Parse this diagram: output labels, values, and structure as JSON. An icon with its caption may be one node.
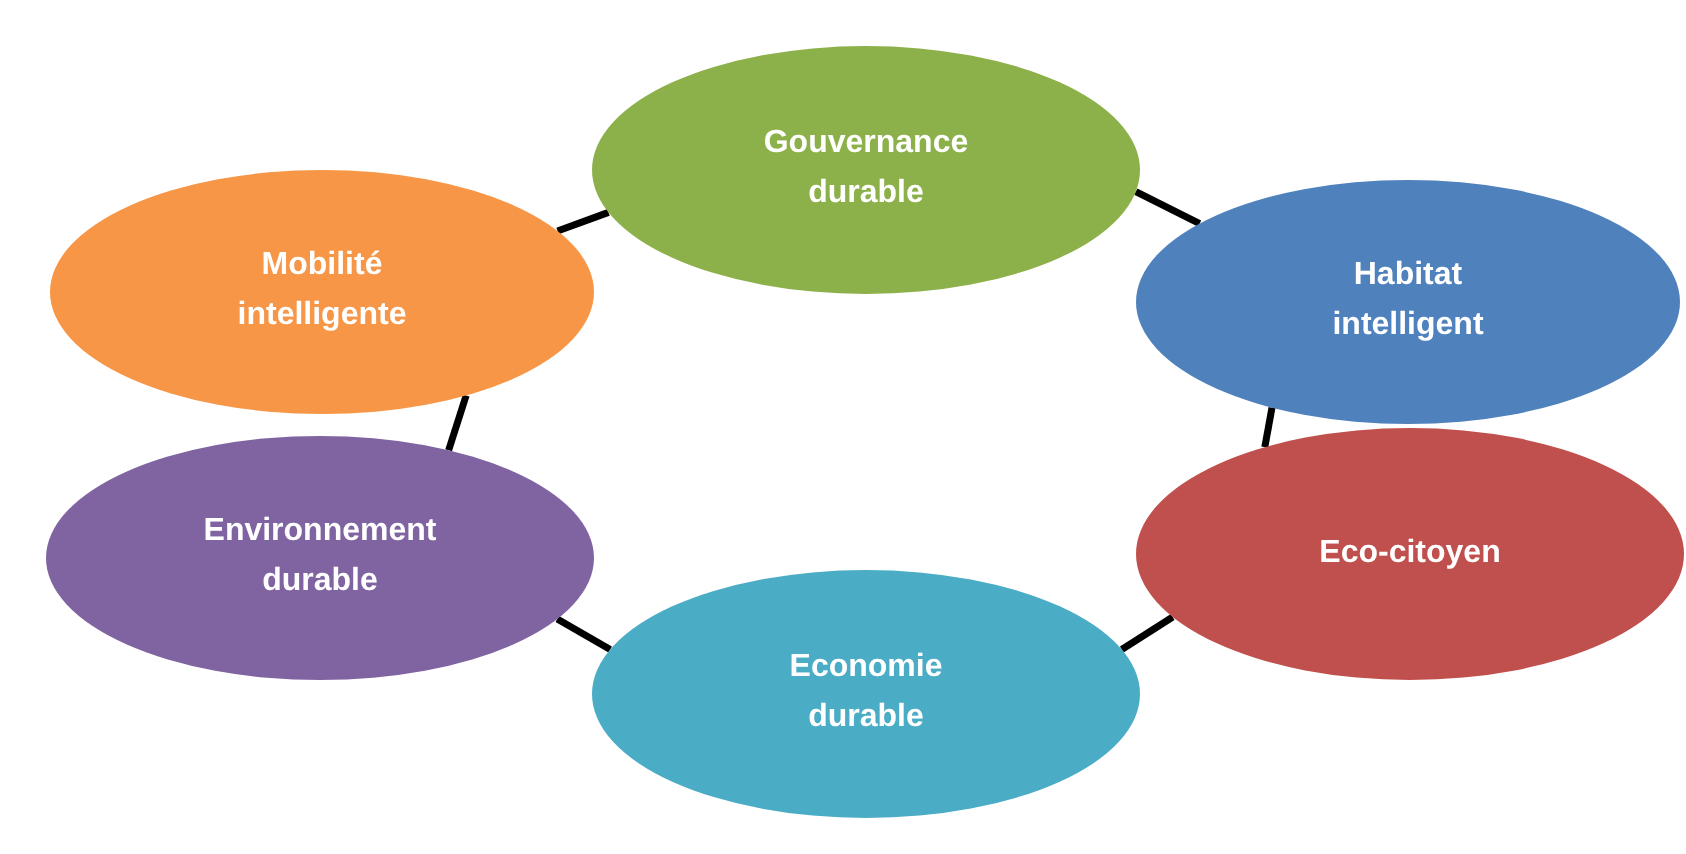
{
  "diagram": {
    "nodes": [
      {
        "text": [
          "Gouvernance durable"
        ]
      },
      {
        "text": [
          "Habitat intelligent"
        ]
      },
      {
        "text": [
          "Eco-citoyen"
        ]
      },
      {
        "text": [
          "Economie durable"
        ]
      },
      {
        "text": [
          "Environnement durable"
        ]
      },
      {
        "text": [
          "Mobilité intelligente"
        ]
      }
    ],
    "edges": [
      {
        "from": 0,
        "to": 1,
        "arrow": "none"
      },
      {
        "from": 1,
        "to": 2,
        "arrow": "none"
      },
      {
        "from": 2,
        "to": 3,
        "arrow": "none"
      },
      {
        "from": 3,
        "to": 4,
        "arrow": "none"
      },
      {
        "from": 4,
        "to": 5,
        "arrow": "none"
      },
      {
        "from": 5,
        "to": 0,
        "arrow": "none"
      }
    ]
  }
}
